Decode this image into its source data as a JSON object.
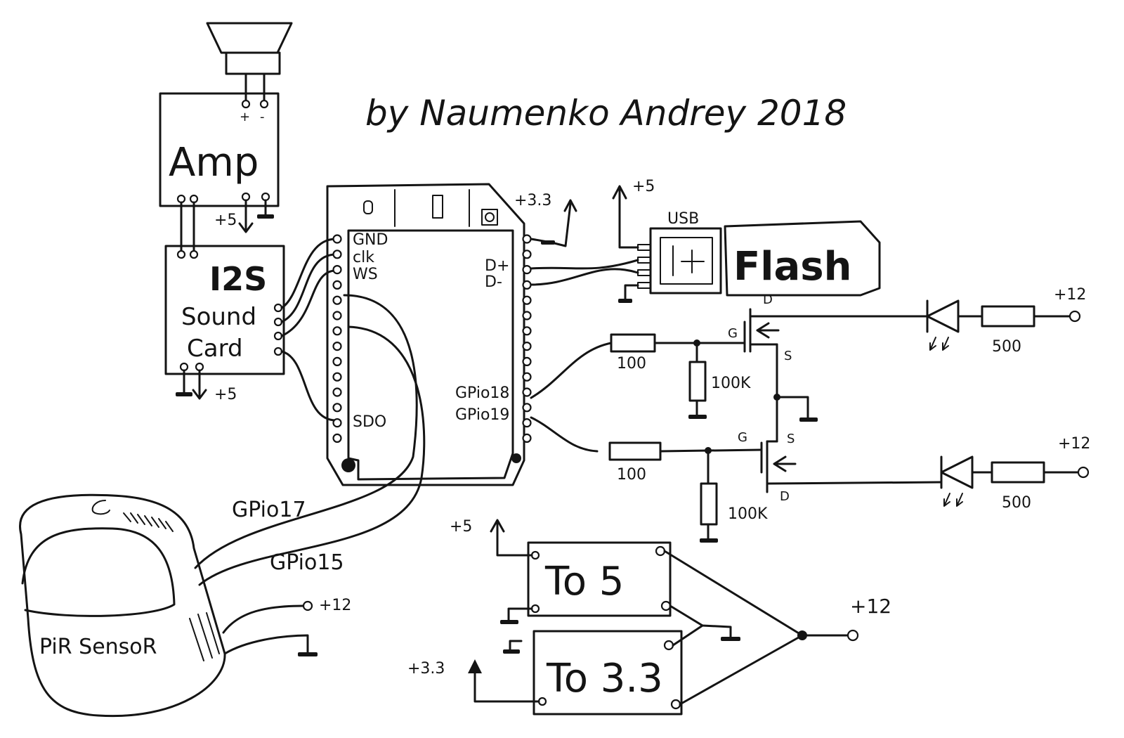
{
  "credit": "by Naumenko Andrey 2018",
  "modules": {
    "amp": {
      "label": "Amp",
      "pin_plus": "+",
      "pin_minus": "-",
      "supply": "+5"
    },
    "sound_card": {
      "title": "I2S",
      "line1": "Sound",
      "line2": "Card",
      "supply": "+5"
    },
    "mcu": {
      "supply": "+3.3",
      "left_pins": [
        "GND",
        "clk",
        "WS",
        "SDO"
      ],
      "right_pins": [
        "D+",
        "D-",
        "GPio18",
        "GPio19"
      ]
    },
    "usb": {
      "header": "USB",
      "label": "Flash",
      "supply": "+5"
    },
    "pir": {
      "label": "PiR SensoR",
      "supply": "+12"
    },
    "to5": {
      "label": "To 5",
      "supply": "+5"
    },
    "to33": {
      "label": "To 3.3",
      "supply": "+3.3"
    },
    "input_supply": "+12"
  },
  "wires": {
    "gpio17": "GPio17",
    "gpio15": "GPio15"
  },
  "channels": [
    {
      "gate_resistor": "100",
      "pulldown": "100K",
      "series_resistor": "500",
      "supply": "+12",
      "g": "G",
      "s": "S",
      "d": "D"
    },
    {
      "gate_resistor": "100",
      "pulldown": "100K",
      "series_resistor": "500",
      "supply": "+12",
      "g": "G",
      "s": "S",
      "d": "D"
    }
  ]
}
